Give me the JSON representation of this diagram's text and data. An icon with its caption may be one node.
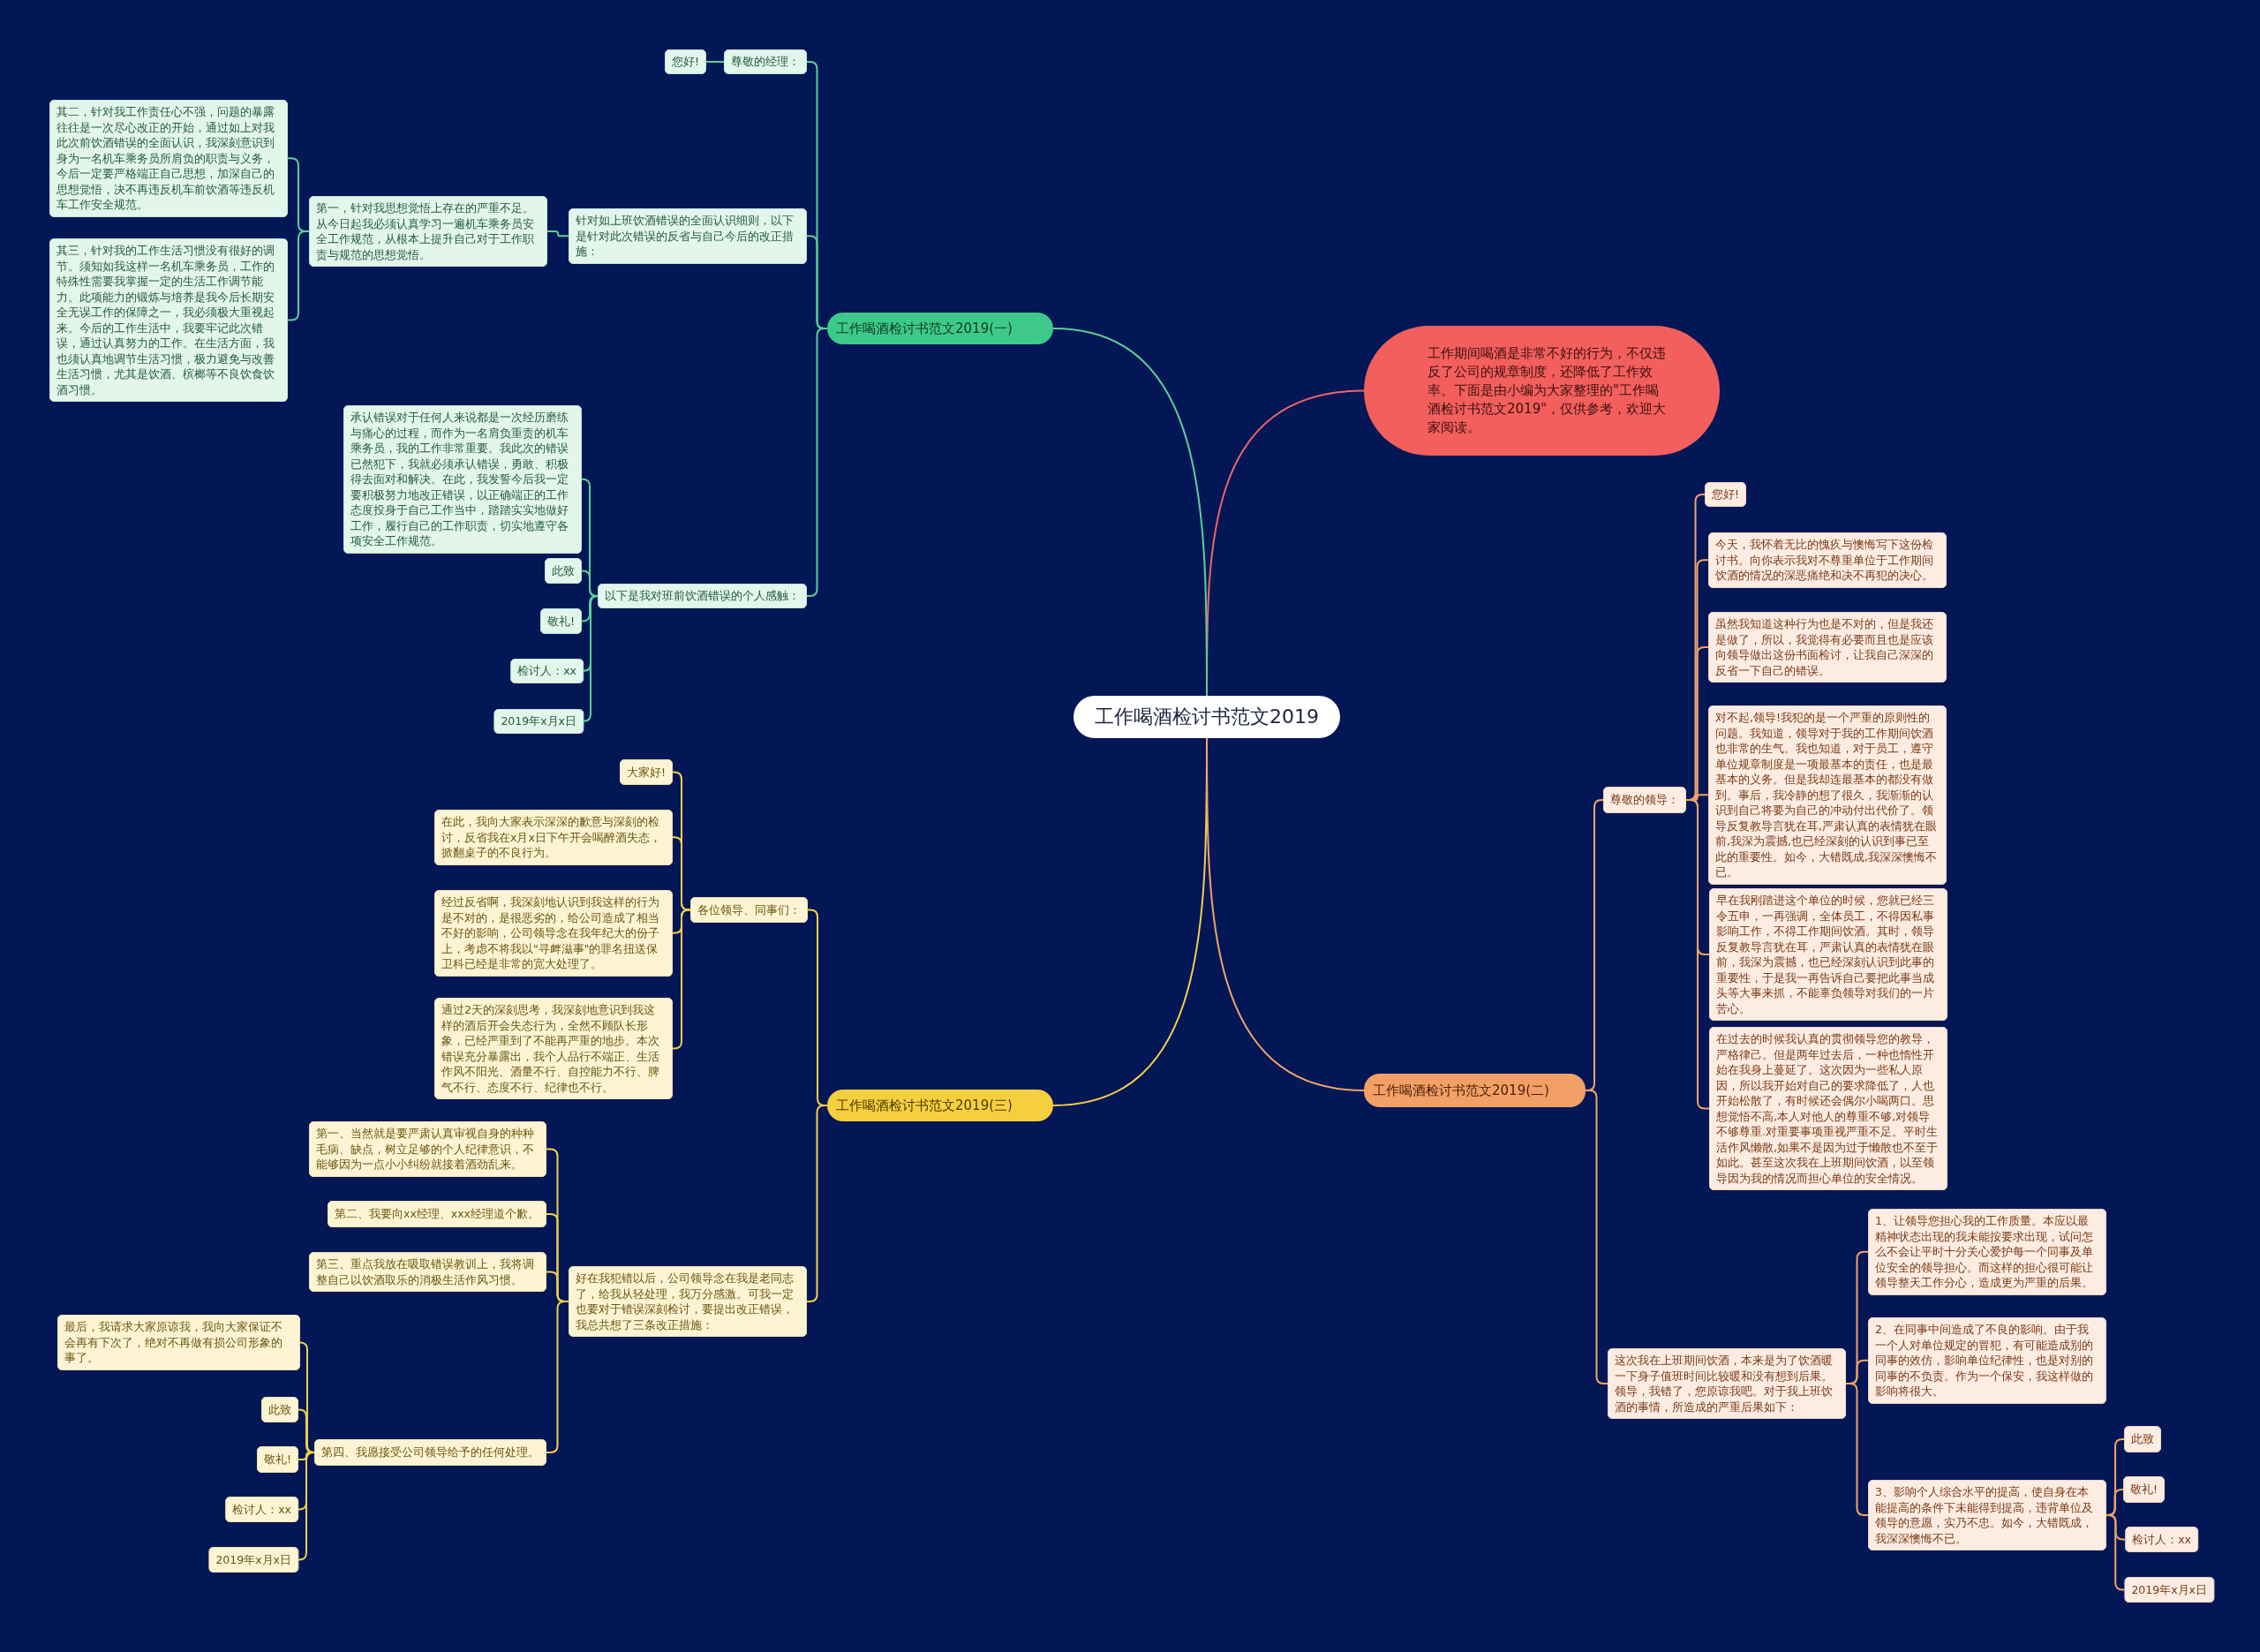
{
  "diagram": {
    "nodes": [
      {
        "text": [
          "工作喝酒检讨书范文2019"
        ]
      },
      {
        "text": [
          "工作期间喝酒是非常不好的行为，不仅违反了公司的规章制度，还降低了工作效率。下面是由小编为大家整理的\"工作喝酒检讨书范文2019\"，仅供参考，欢迎大家阅读。"
        ]
      },
      {
        "text": [
          "工作喝酒检讨书范文2019(一)"
        ]
      },
      {
        "text": [
          "尊敬的经理："
        ]
      },
      {
        "text": [
          "您好!"
        ]
      },
      {
        "text": [
          "针对如上班饮酒错误的全面认识细则，以下是针对此次错误的反省与自己今后的改正措施："
        ]
      },
      {
        "text": [
          "第一，针对我思想觉悟上存在的严重不足。从今日起我必须认真学习一遍机车乘务员安全工作规范，从根本上提升自己对于工作职责与规范的思想觉悟。"
        ]
      },
      {
        "text": [
          "其二，针对我工作责任心不强，问题的暴露往往是一次尽心改正的开始，通过如上对我此次前饮酒错误的全面认识，我深刻意识到身为一名机车乘务员所肩负的职责与义务，今后一定要严格端正自己思想，加深自己的思想觉悟，决不再违反机车前饮酒等违反机车工作安全规范。"
        ]
      },
      {
        "text": [
          "其三，针对我的工作生活习惯没有很好的调节。须知如我这样一名机车乘务员，工作的特殊性需要我掌握一定的生活工作调节能力。此项能力的锻炼与培养是我今后长期安全无误工作的保障之一，我必须极大重视起来。今后的工作生活中，我要牢记此次错误，通过认真努力的工作。在生活方面，我也须认真地调节生活习惯，极力避免与改善生活习惯，尤其是饮酒、槟榔等不良饮食饮酒习惯。"
        ]
      },
      {
        "text": [
          "以下是我对班前饮酒错误的个人感触："
        ]
      },
      {
        "text": [
          "承认错误对于任何人来说都是一次经历磨练与痛心的过程，而作为一名肩负重责的机车乘务员，我的工作非常重要。我此次的错误已然犯下，我就必须承认错误，勇敢、积极得去面对和解决。在此，我发誓今后我一定要积极努力地改正错误，以正确端正的工作态度投身于自己工作当中，踏踏实实地做好工作，履行自己的工作职责，切实地遵守各项安全工作规范。"
        ]
      },
      {
        "text": [
          "此致"
        ]
      },
      {
        "text": [
          "敬礼!"
        ]
      },
      {
        "text": [
          "检讨人：xx"
        ]
      },
      {
        "text": [
          "2019年x月x日"
        ]
      },
      {
        "text": [
          "工作喝酒检讨书范文2019(三)"
        ]
      },
      {
        "text": [
          "各位领导、同事们："
        ]
      },
      {
        "text": [
          "大家好!"
        ]
      },
      {
        "text": [
          "在此，我向大家表示深深的歉意与深刻的检讨，反省我在x月x日下午开会喝醉酒失态，掀翻桌子的不良行为。"
        ]
      },
      {
        "text": [
          "经过反省啊，我深刻地认识到我这样的行为是不对的，是很恶劣的，给公司造成了相当不好的影响，公司领导念在我年纪大的份子上，考虑不将我以\"寻衅滋事\"的罪名扭送保卫科已经是非常的宽大处理了。"
        ]
      },
      {
        "text": [
          "通过2天的深刻思考，我深刻地意识到我这样的酒后开会失态行为，全然不顾队长形象，已经严重到了不能再严重的地步。本次错误充分暴露出，我个人品行不端正、生活作风不阳光、酒量不行、自控能力不行、脾气不行、态度不行、纪律也不行。"
        ]
      },
      {
        "text": [
          "好在我犯错以后，公司领导念在我是老同志了，给我从轻处理，我万分感激。可我一定也要对于错误深刻检讨，要提出改正错误，我总共想了三条改正措施："
        ]
      },
      {
        "text": [
          "第一、当然就是要严肃认真审视自身的种种毛病、缺点，树立足够的个人纪律意识，不能够因为一点小小纠纷就接着酒劲乱来。"
        ]
      },
      {
        "text": [
          "第二、我要向xx经理、xxx经理道个歉。"
        ]
      },
      {
        "text": [
          "第三、重点我放在吸取错误教训上，我将调整自己以饮酒取乐的消极生活作风习惯。"
        ]
      },
      {
        "text": [
          "第四、我愿接受公司领导给予的任何处理。"
        ]
      },
      {
        "text": [
          "最后，我请求大家原谅我，我向大家保证不会再有下次了，绝对不再做有损公司形象的事了。"
        ]
      },
      {
        "text": [
          "此致"
        ]
      },
      {
        "text": [
          "敬礼!"
        ]
      },
      {
        "text": [
          "检讨人：xx"
        ]
      },
      {
        "text": [
          "2019年x月x日"
        ]
      },
      {
        "text": [
          "工作喝酒检讨书范文2019(二)"
        ]
      },
      {
        "text": [
          "尊敬的领导："
        ]
      },
      {
        "text": [
          "您好!"
        ]
      },
      {
        "text": [
          "今天，我怀着无比的愧疚与懊悔写下这份检讨书。向你表示我对不尊重单位于工作期间饮酒的情况的深恶痛绝和决不再犯的决心。"
        ]
      },
      {
        "text": [
          "虽然我知道这种行为也是不对的，但是我还是做了，所以，我觉得有必要而且也是应该向领导做出这份书面检讨，让我自己深深的反省一下自己的错误。"
        ]
      },
      {
        "text": [
          "对不起,领导!我犯的是一个严重的原则性的问题。我知道，领导对于我的工作期间饮酒也非常的生气。我也知道，对于员工，遵守单位规章制度是一项最基本的责任，也是最基本的义务。但是我却连最基本的都没有做到。事后，我冷静的想了很久，我渐渐的认识到自己将要为自己的冲动付出代价了。领导反复教导言犹在耳,严肃认真的表情犹在眼前,我深为震撼,也已经深刻的认识到事已至此的重要性。如今，大错既成,我深深懊悔不已。"
        ]
      },
      {
        "text": [
          "早在我刚踏进这个单位的时候，您就已经三令五申，一再强调，全体员工，不得因私事影响工作，不得工作期间饮酒。其时，领导反复教导言犹在耳，严肃认真的表情犹在眼前，我深为震撼，也已经深刻认识到此事的重要性，于是我一再告诉自己要把此事当成头等大事来抓，不能辜负领导对我们的一片苦心。"
        ]
      },
      {
        "text": [
          "在过去的时候我认真的贯彻领导您的教导，严格律己。但是两年过去后，一种也惰性开始在我身上蔓延了。这次因为一些私人原因，所以我开始对自己的要求降低了，人也开始松散了，有时候还会偶尔小喝两口。思想觉悟不高,本人对他人的尊重不够,对领导不够尊重.对重要事项重视严重不足。平时生活作风懒散,如果不是因为过于懒散也不至于如此。甚至这次我在上班期间饮酒，以至领导因为我的情况而担心单位的安全情况。"
        ]
      },
      {
        "text": [
          "这次我在上班期间饮酒，本来是为了饮酒暖一下身子值班时间比较暖和没有想到后果。领导，我错了，您原谅我吧。对于我上班饮酒的事情，所造成的严重后果如下："
        ]
      },
      {
        "text": [
          "1、让领导您担心我的工作质量。本应以最精神状态出现的我未能按要求出现，试问怎么不会让平时十分关心爱护每一个同事及单位安全的领导担心。而这样的担心很可能让领导整天工作分心，造成更为严重的后果。"
        ]
      },
      {
        "text": [
          "2、在同事中间造成了不良的影响。由于我一个人对单位规定的冒犯，有可能造成别的同事的效仿，影响单位纪律性，也是对别的同事的不负责。作为一个保安，我这样做的影响将很大。"
        ]
      },
      {
        "text": [
          "3、影响个人综合水平的提高，使自身在本能提高的条件下未能得到提高，违背单位及领导的意愿，实乃不忠。如今，大错既成，我深深懊悔不已。"
        ]
      },
      {
        "text": [
          "此致"
        ]
      },
      {
        "text": [
          "敬礼!"
        ]
      },
      {
        "text": [
          "检讨人：xx"
        ]
      },
      {
        "text": [
          "2019年x月x日"
        ]
      }
    ],
    "edges": [
      {
        "from": 0,
        "to": 1,
        "arrow": "none",
        "color": "#f06464"
      },
      {
        "from": 0,
        "to": 2,
        "arrow": "none",
        "color": "#5ccf98"
      },
      {
        "from": 2,
        "to": 3,
        "arrow": "none",
        "color": "#5ccf98"
      },
      {
        "from": 3,
        "to": 4,
        "arrow": "none",
        "color": "#5ccf98"
      },
      {
        "from": 2,
        "to": 5,
        "arrow": "none",
        "color": "#5ccf98"
      },
      {
        "from": 5,
        "to": 6,
        "arrow": "none",
        "color": "#5ccf98"
      },
      {
        "from": 6,
        "to": 7,
        "arrow": "none",
        "color": "#5ccf98"
      },
      {
        "from": 6,
        "to": 8,
        "arrow": "none",
        "color": "#5ccf98"
      },
      {
        "from": 2,
        "to": 9,
        "arrow": "none",
        "color": "#5ccf98"
      },
      {
        "from": 9,
        "to": 10,
        "arrow": "none",
        "color": "#5ccf98"
      },
      {
        "from": 9,
        "to": 11,
        "arrow": "none",
        "color": "#5ccf98"
      },
      {
        "from": 9,
        "to": 12,
        "arrow": "none",
        "color": "#5ccf98"
      },
      {
        "from": 9,
        "to": 13,
        "arrow": "none",
        "color": "#5ccf98"
      },
      {
        "from": 9,
        "to": 14,
        "arrow": "none",
        "color": "#5ccf98"
      },
      {
        "from": 0,
        "to": 15,
        "arrow": "none",
        "color": "#f2cf4a"
      },
      {
        "from": 15,
        "to": 16,
        "arrow": "none",
        "color": "#f2cf4a"
      },
      {
        "from": 16,
        "to": 17,
        "arrow": "none",
        "color": "#f2cf4a"
      },
      {
        "from": 16,
        "to": 18,
        "arrow": "none",
        "color": "#f2cf4a"
      },
      {
        "from": 16,
        "to": 19,
        "arrow": "none",
        "color": "#f2cf4a"
      },
      {
        "from": 16,
        "to": 20,
        "arrow": "none",
        "color": "#f2cf4a"
      },
      {
        "from": 15,
        "to": 21,
        "arrow": "none",
        "color": "#f2cf4a"
      },
      {
        "from": 21,
        "to": 22,
        "arrow": "none",
        "color": "#f2cf4a"
      },
      {
        "from": 21,
        "to": 23,
        "arrow": "none",
        "color": "#f2cf4a"
      },
      {
        "from": 21,
        "to": 24,
        "arrow": "none",
        "color": "#f2cf4a"
      },
      {
        "from": 21,
        "to": 25,
        "arrow": "none",
        "color": "#f2cf4a"
      },
      {
        "from": 25,
        "to": 26,
        "arrow": "none",
        "color": "#f2cf4a"
      },
      {
        "from": 25,
        "to": 27,
        "arrow": "none",
        "color": "#f2cf4a"
      },
      {
        "from": 25,
        "to": 28,
        "arrow": "none",
        "color": "#f2cf4a"
      },
      {
        "from": 25,
        "to": 29,
        "arrow": "none",
        "color": "#f2cf4a"
      },
      {
        "from": 25,
        "to": 30,
        "arrow": "none",
        "color": "#f2cf4a"
      },
      {
        "from": 0,
        "to": 31,
        "arrow": "none",
        "color": "#f0a468"
      },
      {
        "from": 31,
        "to": 32,
        "arrow": "none",
        "color": "#f0a468"
      },
      {
        "from": 32,
        "to": 33,
        "arrow": "none",
        "color": "#f0a468"
      },
      {
        "from": 32,
        "to": 34,
        "arrow": "none",
        "color": "#f0a468"
      },
      {
        "from": 32,
        "to": 35,
        "arrow": "none",
        "color": "#f0a468"
      },
      {
        "from": 32,
        "to": 36,
        "arrow": "none",
        "color": "#f0a468"
      },
      {
        "from": 32,
        "to": 37,
        "arrow": "none",
        "color": "#f0a468"
      },
      {
        "from": 32,
        "to": 38,
        "arrow": "none",
        "color": "#f0a468"
      },
      {
        "from": 31,
        "to": 39,
        "arrow": "none",
        "color": "#f0a468"
      },
      {
        "from": 39,
        "to": 40,
        "arrow": "none",
        "color": "#f0a468"
      },
      {
        "from": 39,
        "to": 41,
        "arrow": "none",
        "color": "#f0a468"
      },
      {
        "from": 39,
        "to": 42,
        "arrow": "none",
        "color": "#f0a468"
      },
      {
        "from": 42,
        "to": 43,
        "arrow": "none",
        "color": "#f0a468"
      },
      {
        "from": 42,
        "to": 44,
        "arrow": "none",
        "color": "#f0a468"
      },
      {
        "from": 42,
        "to": 45,
        "arrow": "none",
        "color": "#f0a468"
      },
      {
        "from": 42,
        "to": 46,
        "arrow": "none",
        "color": "#f0a468"
      }
    ]
  }
}
